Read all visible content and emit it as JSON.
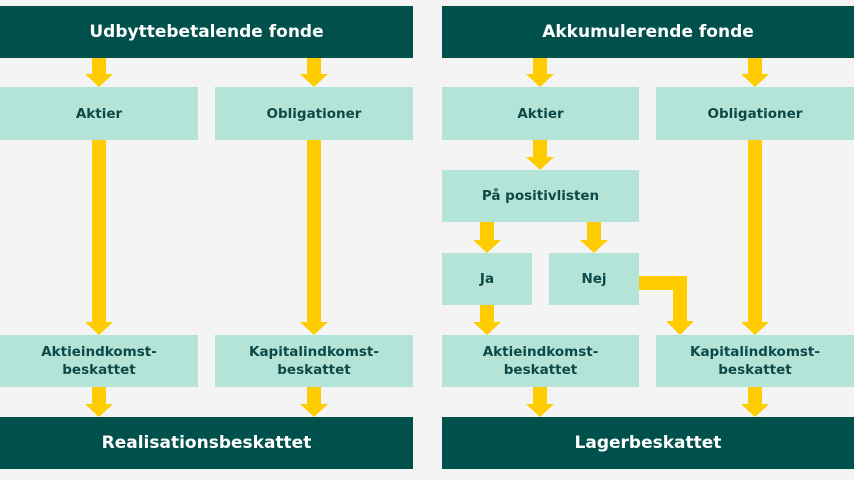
{
  "left": {
    "title": "Udbyttebetalende fonde",
    "col1": "Aktier",
    "col2": "Obligationer",
    "result1": "Aktieindkomst-\nbeskattet",
    "result2": "Kapitalindkomst-\nbeskattet",
    "footer": "Realisationsbeskattet"
  },
  "right": {
    "title": "Akkumulerende fonde",
    "col1": "Aktier",
    "col2": "Obligationer",
    "question": "På positivlisten",
    "yes": "Ja",
    "no": "Nej",
    "result1": "Aktieindkomst-\nbeskattet",
    "result2": "Kapitalindkomst-\nbeskattet",
    "footer": "Lagerbeskattet"
  },
  "colors": {
    "dark": "#00504c",
    "light": "#b4e3d8",
    "arrow": "#ffcc00",
    "background": "#f4f4f4"
  }
}
